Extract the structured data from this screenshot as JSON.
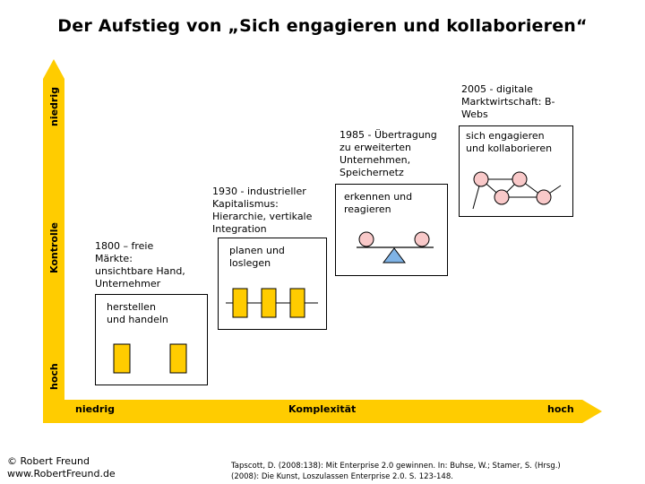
{
  "title": "Der Aufstieg von „Sich engagieren und kollaborieren“",
  "axes": {
    "y_title": "Kontrolle",
    "y_top": "niedrig",
    "y_bottom": "hoch",
    "x_title": "Komplexität",
    "x_left": "niedrig",
    "x_right": "hoch"
  },
  "colors": {
    "axis": "#FFCC00",
    "block": "#FFCC00",
    "node": "#F9C9C9",
    "triangle": "#7FB3E6"
  },
  "stages": [
    {
      "era": [
        "1800 – freie",
        "Märkte:",
        "unsichtbare Hand,",
        "Unternehmer"
      ],
      "activity": [
        "herstellen",
        "und handeln"
      ]
    },
    {
      "era": [
        "1930 - industrieller",
        "Kapitalismus:",
        "Hierarchie, vertikale",
        "Integration"
      ],
      "activity": [
        "planen und",
        "loslegen"
      ]
    },
    {
      "era": [
        "1985 - Übertragung",
        "zu erweiterten",
        "Unternehmen,",
        "Speichernetz"
      ],
      "activity": [
        "erkennen und",
        "reagieren"
      ]
    },
    {
      "era": [
        "2005 - digitale",
        "Marktwirtschaft: B-",
        "Webs"
      ],
      "activity": [
        "sich engagieren",
        "und kollaborieren"
      ]
    }
  ],
  "footer": {
    "author": "© Robert Freund",
    "website": "www.RobertFreund.de",
    "citation_1": "Tapscott, D. (2008:138): Mit Enterprise 2.0 gewinnen. In: Buhse, W.; Stamer, S. (Hrsg.)",
    "citation_2": "(2008): Die Kunst, Loszulassen Enterprise 2.0. S. 123-148."
  }
}
